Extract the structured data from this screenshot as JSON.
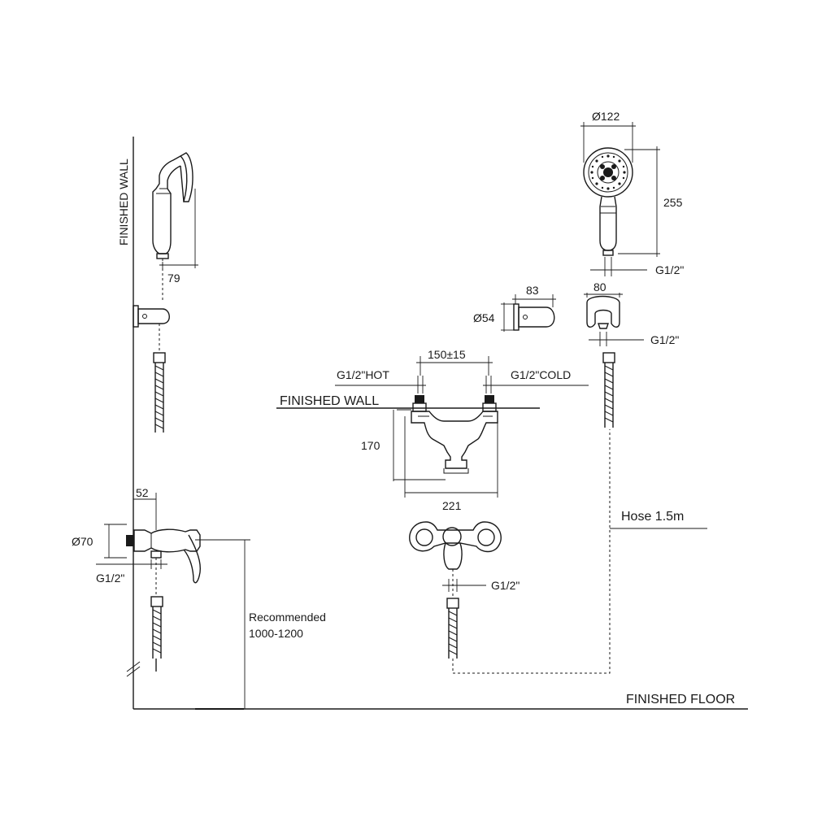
{
  "labels": {
    "finished_wall_vertical": "FINISHED WALL",
    "finished_wall_horizontal": "FINISHED WALL",
    "finished_floor": "FINISHED FLOOR",
    "hose": "Hose 1.5m",
    "recommended_line1": "Recommended",
    "recommended_line2": "1000-1200",
    "hot_inlet": "G1/2\"HOT",
    "cold_inlet": "G1/2\"COLD"
  },
  "dimensions": {
    "handshower_depth": "79",
    "mixer_depth": "52",
    "mixer_diameter": "Ø70",
    "mixer_outlet_thread": "G1/2\"",
    "handshower_diameter": "Ø122",
    "handshower_length": "255",
    "handshower_thread": "G1/2\"",
    "wall_outlet_length": "83",
    "wall_outlet_diameter": "Ø54",
    "holder_width": "80",
    "holder_thread": "G1/2\"",
    "inlet_centers": "150±15",
    "mixer_height": "170",
    "mixer_width": "221",
    "front_outlet_thread": "G1/2\""
  }
}
